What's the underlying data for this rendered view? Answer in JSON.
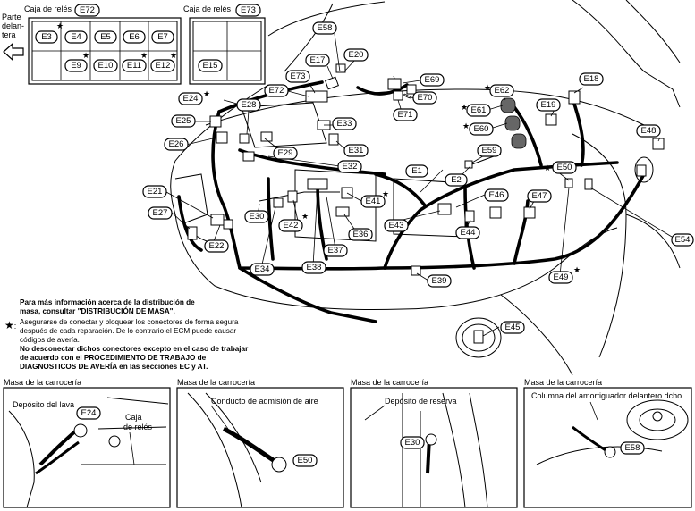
{
  "relay_box_1": {
    "title": "Caja de relés",
    "tag": "E72",
    "cells_top": [
      "E3",
      "E4",
      "E5",
      "E6",
      "E7"
    ],
    "cells_bottom": [
      "",
      "E9",
      "E10",
      "E11",
      "E12"
    ]
  },
  "relay_box_2": {
    "title": "Caja de relés",
    "tag": "E73",
    "cell": "E15"
  },
  "front_label": [
    "Parte",
    "delan-",
    "tera"
  ],
  "connectors": {
    "E58": "E58",
    "E20": "E20",
    "E17": "E17",
    "E69": "E69",
    "E70": "E70",
    "E71": "E71",
    "E73": "E73",
    "E72": "E72",
    "E24": "E24",
    "E28": "E28",
    "E25": "E25",
    "E33": "E33",
    "E26": "E26",
    "E29": "E29",
    "E31": "E31",
    "E32": "E32",
    "E62": "E62",
    "E18": "E18",
    "E61": "E61",
    "E19": "E19",
    "E60": "E60",
    "E48": "E48",
    "E59": "E59",
    "E50": "E50",
    "E1": "E1",
    "E2": "E2",
    "E46": "E46",
    "E47": "E47",
    "E21": "E21",
    "E27": "E27",
    "E30": "E30",
    "E41": "E41",
    "E43": "E43",
    "E42": "E42",
    "E22": "E22",
    "E36": "E36",
    "E44": "E44",
    "E37": "E37",
    "E34": "E34",
    "E38": "E38",
    "E39": "E39",
    "E49": "E49",
    "E54": "E54",
    "E45": "E45"
  },
  "notes": {
    "line1": "Para más información acerca de la distribución de",
    "line2": "masa, consultar \"DISTRIBUCIÓN DE MASA\".",
    "star": "★",
    "colon": ":",
    "line3": "Asegurarse de conectar y bloquear los conectores de forma segura",
    "line4": "después de cada reparación. De lo contrario el ECM puede causar",
    "line5": "códigos de avería.",
    "line6": "No desconectar dichos conectores excepto en el caso de trabajar",
    "line7": "de acuerdo con el PROCEDIMIENTO DE TRABAJO de",
    "line8": "DIAGNOSTICOS DE AVERÍA en las secciones EC y AT."
  },
  "panels": [
    {
      "title": "Masa de la carrocería",
      "labels": [
        "Depósito del lava",
        "Caja",
        "de relés"
      ],
      "tag": "E24"
    },
    {
      "title": "Masa de la carrocería",
      "labels": [
        "Conducto de admisión de aire"
      ],
      "tag": "E50"
    },
    {
      "title": "Masa de la carrocería",
      "labels": [
        "Depósito de reserva"
      ],
      "tag": "E30"
    },
    {
      "title": "Masa de la carrocería",
      "labels": [
        "Columna del amortiguador delantero dcho."
      ],
      "tag": "E58"
    }
  ]
}
